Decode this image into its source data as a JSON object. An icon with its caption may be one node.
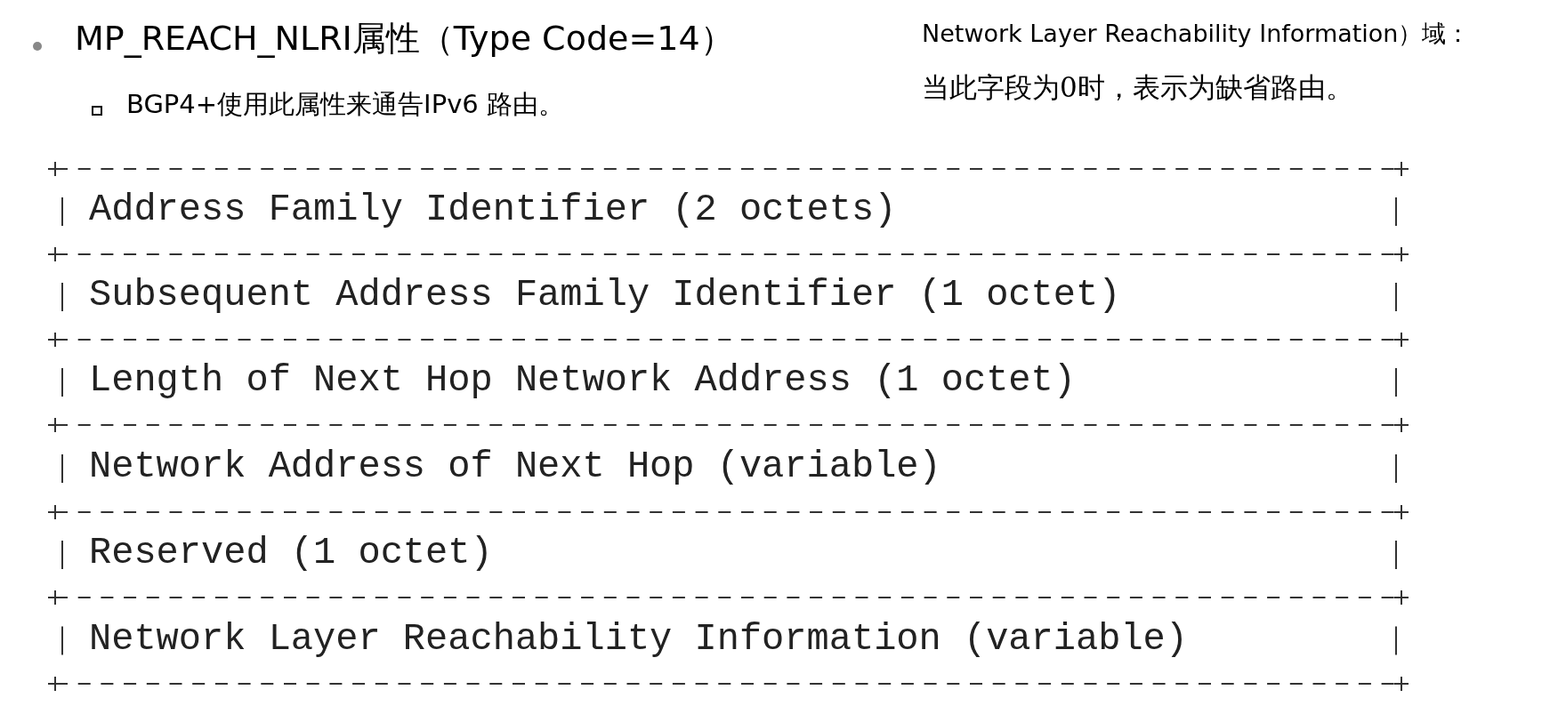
{
  "diagram": {
    "nodes": [
      {
        "text": [
          "Address Family Identifier (2 octets)"
        ]
      },
      {
        "text": [
          "Subsequent Address Family Identifier (1 octet)"
        ]
      },
      {
        "text": [
          "Length of Next Hop Network Address (1 octet)"
        ]
      },
      {
        "text": [
          "Network Address of Next Hop (variable)"
        ]
      },
      {
        "text": [
          "Reserved (1 octet)"
        ]
      },
      {
        "text": [
          "Network Layer Reachability Information (variable)"
        ]
      }
    ],
    "labels": [
      "MP_REACH_NLRI属性（Type Code=14）",
      "BGP4+使用此属性来通告IPv6 路由。",
      "Network Layer Reachability Information）域：",
      "当此字段为0时，表示为缺省路由。"
    ]
  }
}
